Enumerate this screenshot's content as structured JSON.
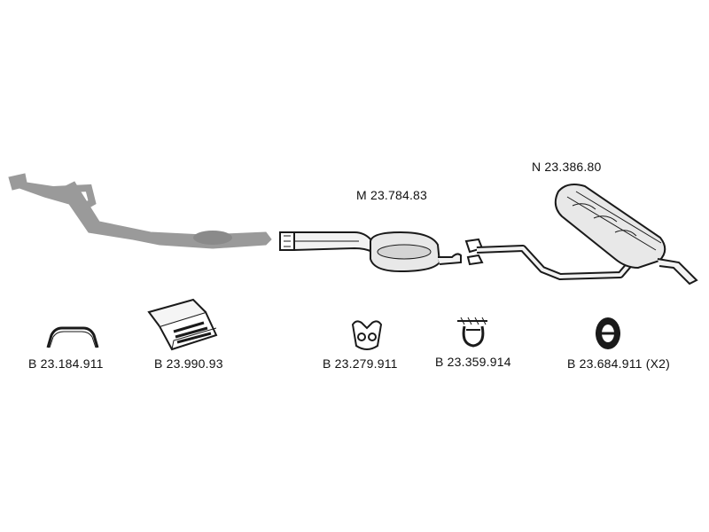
{
  "diagram": {
    "colors": {
      "line": "#1a1a1a",
      "fill": "#e8e8e8",
      "grey_part": "#9a9a9a",
      "background": "#ffffff"
    },
    "main_parts": {
      "front_pipe": {
        "icon": "exhaust-front-pipe-icon"
      },
      "middle_silencer": {
        "label": "M 23.784.83",
        "icon": "middle-silencer-icon"
      },
      "rear_silencer": {
        "label": "N 23.386.80",
        "icon": "rear-silencer-icon"
      }
    },
    "accessories": [
      {
        "label": "B 23.184.911",
        "icon": "u-clamp-icon"
      },
      {
        "label": "B 23.990.93",
        "icon": "mounting-kit-box-icon"
      },
      {
        "label": "B 23.279.911",
        "icon": "rubber-hanger-icon"
      },
      {
        "label": "B 23.359.914",
        "icon": "pipe-clamp-icon"
      },
      {
        "label": "B 23.684.911 (X2)",
        "icon": "rubber-ring-icon"
      }
    ]
  }
}
